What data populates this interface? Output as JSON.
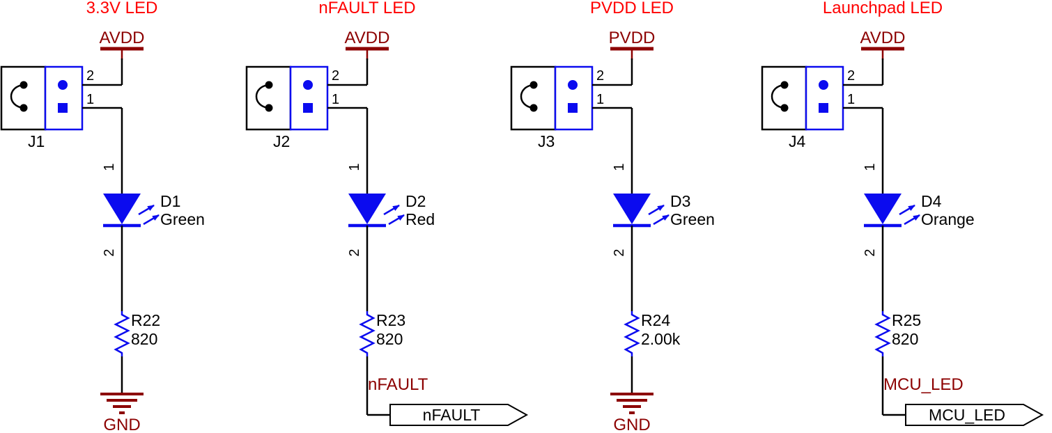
{
  "colors": {
    "title-red": "#FF0000",
    "net-darkred": "#8C0000",
    "component-blue": "#0B0BEF",
    "wire-black": "#000000",
    "bg": "#FFFFFF"
  },
  "circuits": [
    {
      "title": "3.3V LED",
      "power_net": "AVDD",
      "jumper": {
        "ref": "J1",
        "pin2": "2",
        "pin1": "1"
      },
      "led": {
        "ref": "D1",
        "color_name": "Green",
        "pin1": "1",
        "pin2": "2"
      },
      "resistor": {
        "ref": "R22",
        "value": "820"
      },
      "ground": {
        "label": "GND"
      }
    },
    {
      "title": "nFAULT LED",
      "power_net": "AVDD",
      "jumper": {
        "ref": "J2",
        "pin2": "2",
        "pin1": "1"
      },
      "led": {
        "ref": "D2",
        "color_name": "Red",
        "pin1": "1",
        "pin2": "2"
      },
      "resistor": {
        "ref": "R23",
        "value": "820"
      },
      "net_flag": {
        "net_label": "nFAULT",
        "flag_label": "nFAULT"
      }
    },
    {
      "title": "PVDD LED",
      "power_net": "PVDD",
      "jumper": {
        "ref": "J3",
        "pin2": "2",
        "pin1": "1"
      },
      "led": {
        "ref": "D3",
        "color_name": "Green",
        "pin1": "1",
        "pin2": "2"
      },
      "resistor": {
        "ref": "R24",
        "value": "2.00k"
      },
      "ground": {
        "label": "GND"
      }
    },
    {
      "title": "Launchpad LED",
      "power_net": "AVDD",
      "jumper": {
        "ref": "J4",
        "pin2": "2",
        "pin1": "1"
      },
      "led": {
        "ref": "D4",
        "color_name": "Orange",
        "pin1": "1",
        "pin2": "2"
      },
      "resistor": {
        "ref": "R25",
        "value": "820"
      },
      "net_flag": {
        "net_label": "MCU_LED",
        "flag_label": "MCU_LED"
      }
    }
  ]
}
